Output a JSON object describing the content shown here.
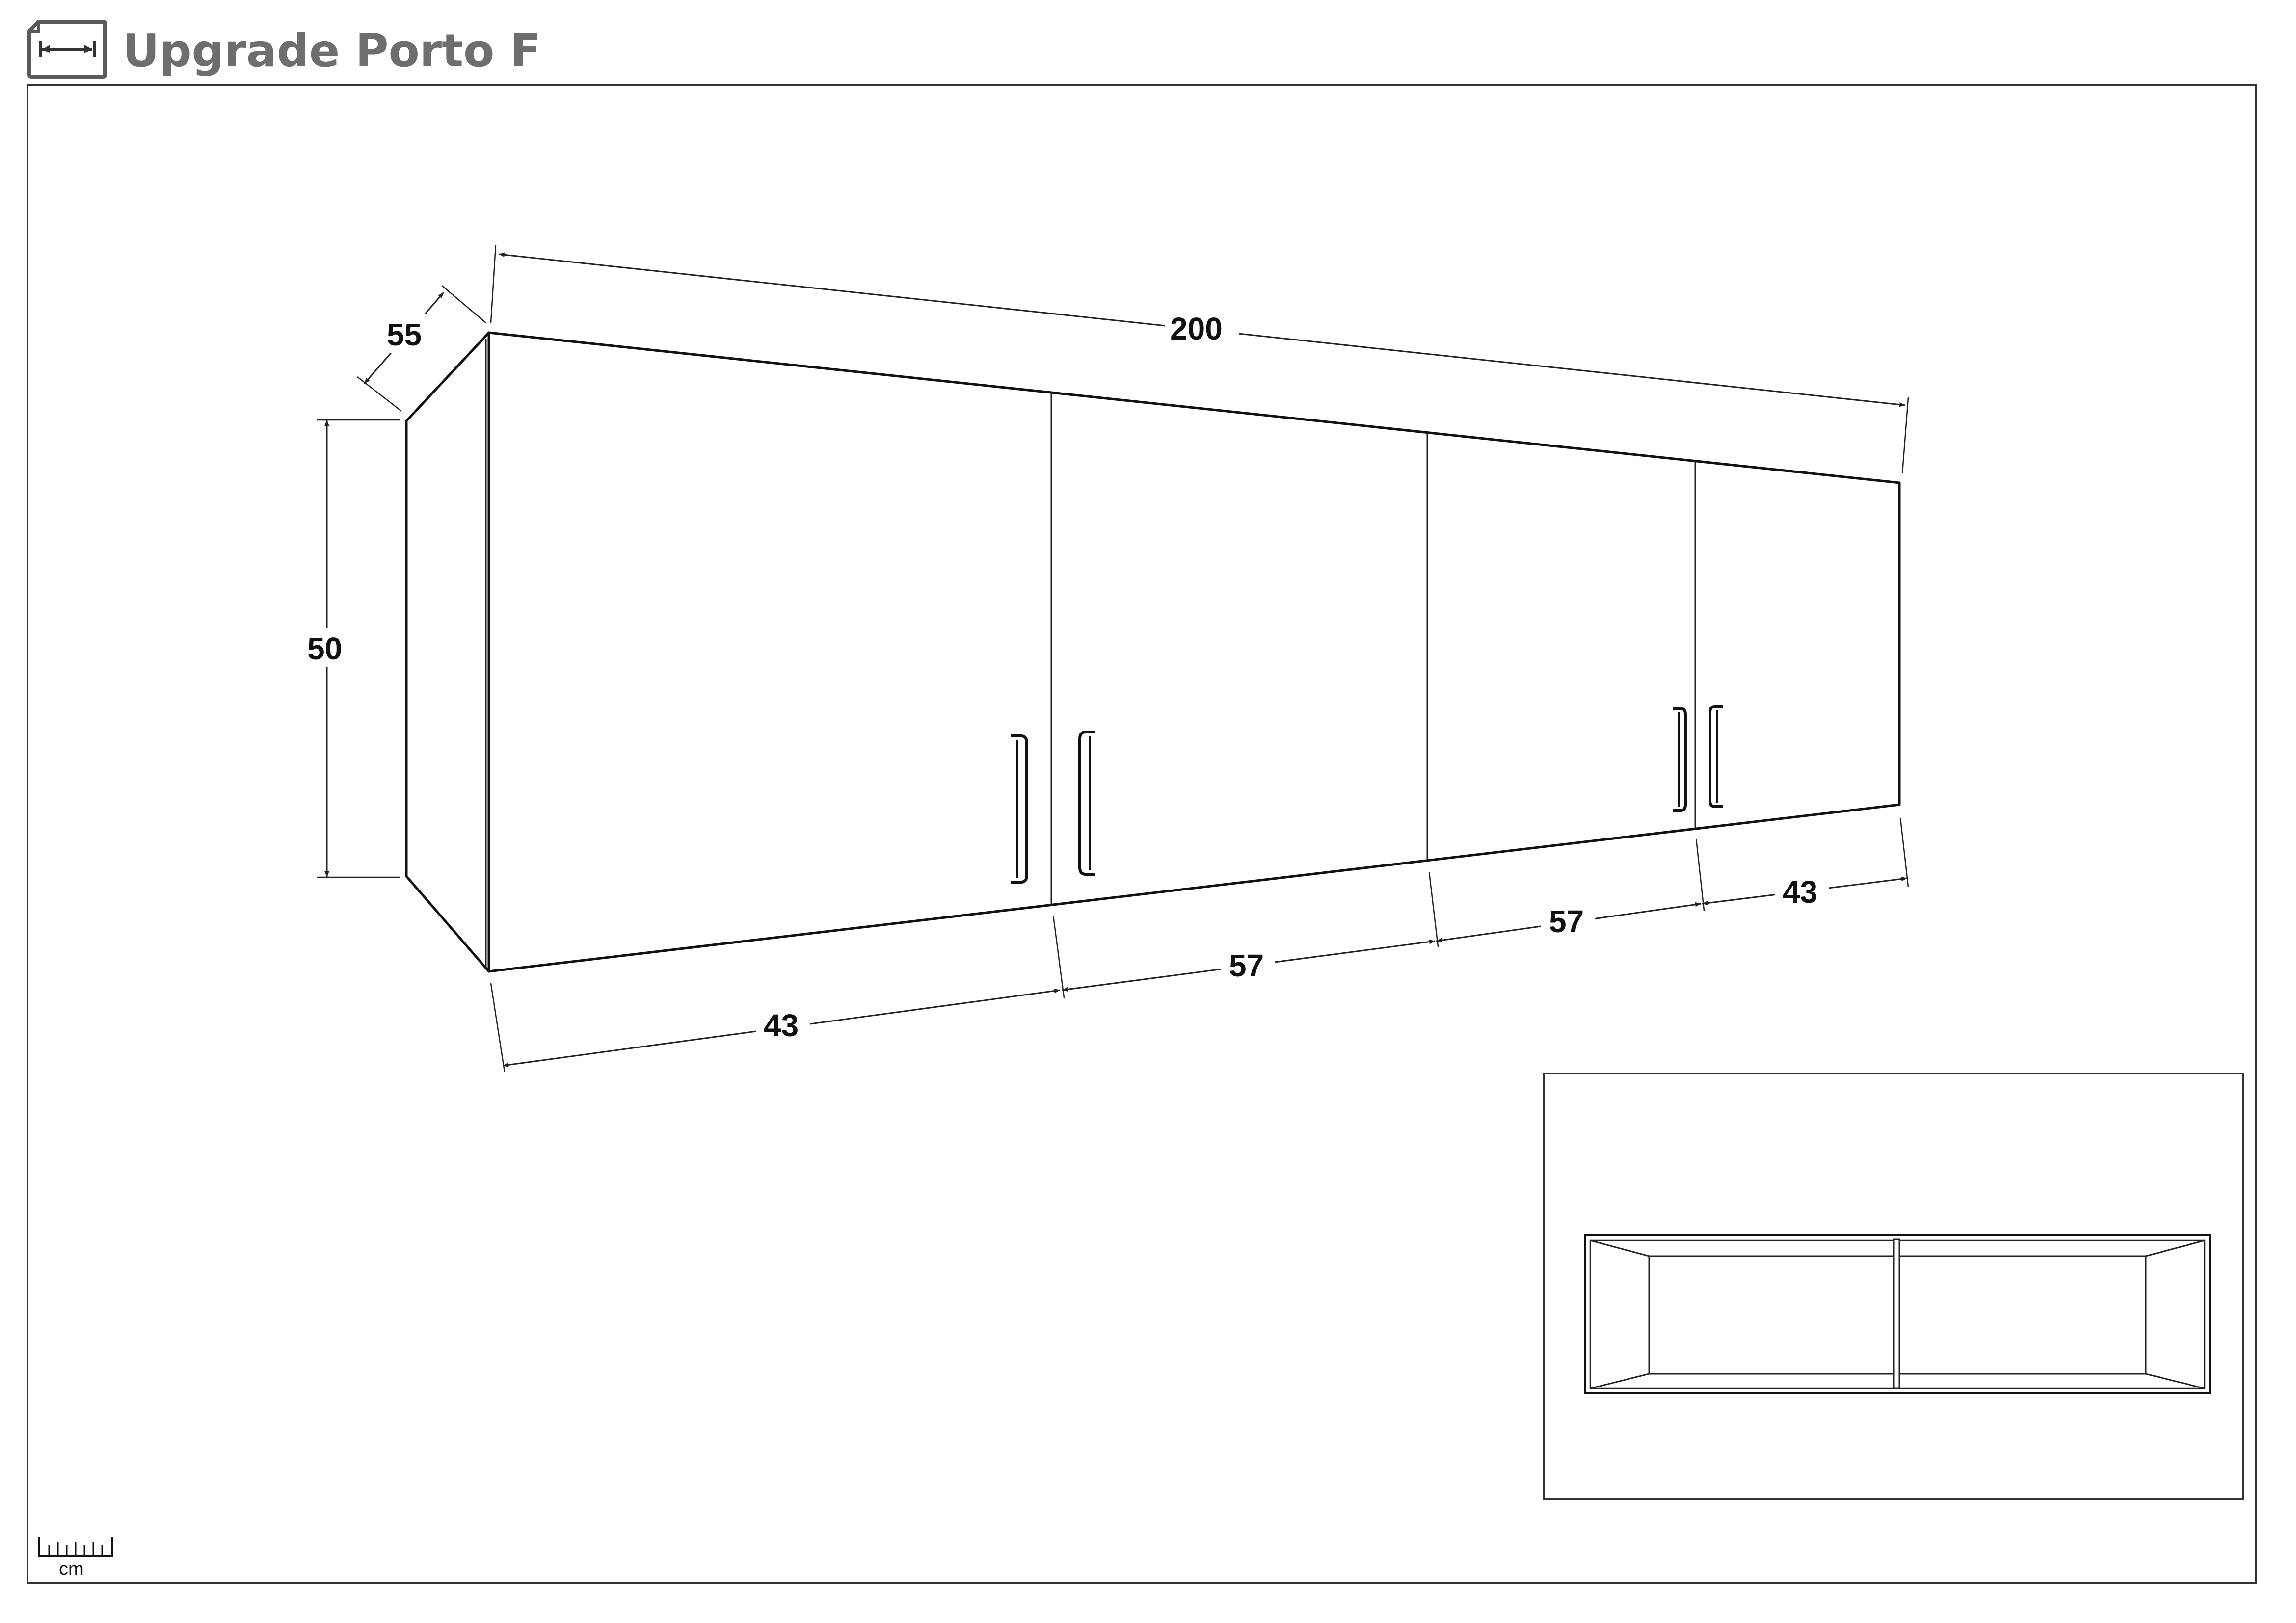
{
  "header": {
    "title": "Upgrade Porto F",
    "icon": "dimensions-doc-icon"
  },
  "dimensions": {
    "depth": "55",
    "height": "50",
    "total_width": "200",
    "door_1": "43",
    "door_2": "57",
    "door_3": "57",
    "door_4": "43"
  },
  "scale": {
    "unit_label": "cm",
    "icon": "ruler-icon"
  },
  "colors": {
    "title": "#6e6e6e",
    "line": "#111111"
  }
}
